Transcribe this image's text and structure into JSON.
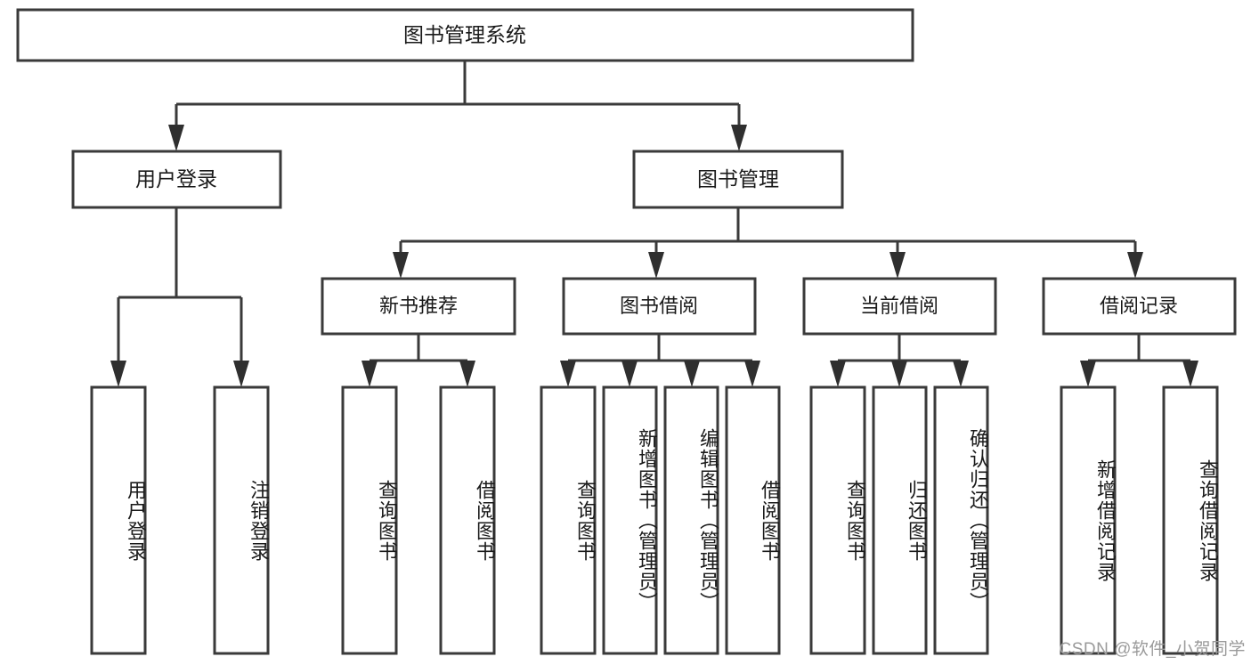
{
  "diagram": {
    "type": "hierarchy-tree",
    "root": {
      "label": "图书管理系统"
    },
    "level1": [
      {
        "label": "用户登录"
      },
      {
        "label": "图书管理"
      }
    ],
    "level2": [
      {
        "label": "新书推荐"
      },
      {
        "label": "图书借阅"
      },
      {
        "label": "当前借阅"
      },
      {
        "label": "借阅记录"
      }
    ],
    "leaves": {
      "user_login": [
        {
          "label": "用户登录"
        },
        {
          "label": "注销登录"
        }
      ],
      "new_book_recommend": [
        {
          "label": "查询图书"
        },
        {
          "label": "借阅图书"
        }
      ],
      "book_borrow": [
        {
          "label": "查询图书"
        },
        {
          "label": "新增图书（管理员）"
        },
        {
          "label": "编辑图书（管理员）"
        },
        {
          "label": "借阅图书"
        }
      ],
      "current_borrow": [
        {
          "label": "查询图书"
        },
        {
          "label": "归还图书"
        },
        {
          "label": "确认归还（管理员）"
        }
      ],
      "borrow_record": [
        {
          "label": "新增借阅记录"
        },
        {
          "label": "查询借阅记录"
        }
      ]
    }
  },
  "watermark": {
    "text": "CSDN @软件_小贺同学"
  },
  "colors": {
    "stroke": "#3a3a3a",
    "text": "#1a1a1a",
    "background": "#ffffff",
    "watermark": "#9a9a9a"
  }
}
